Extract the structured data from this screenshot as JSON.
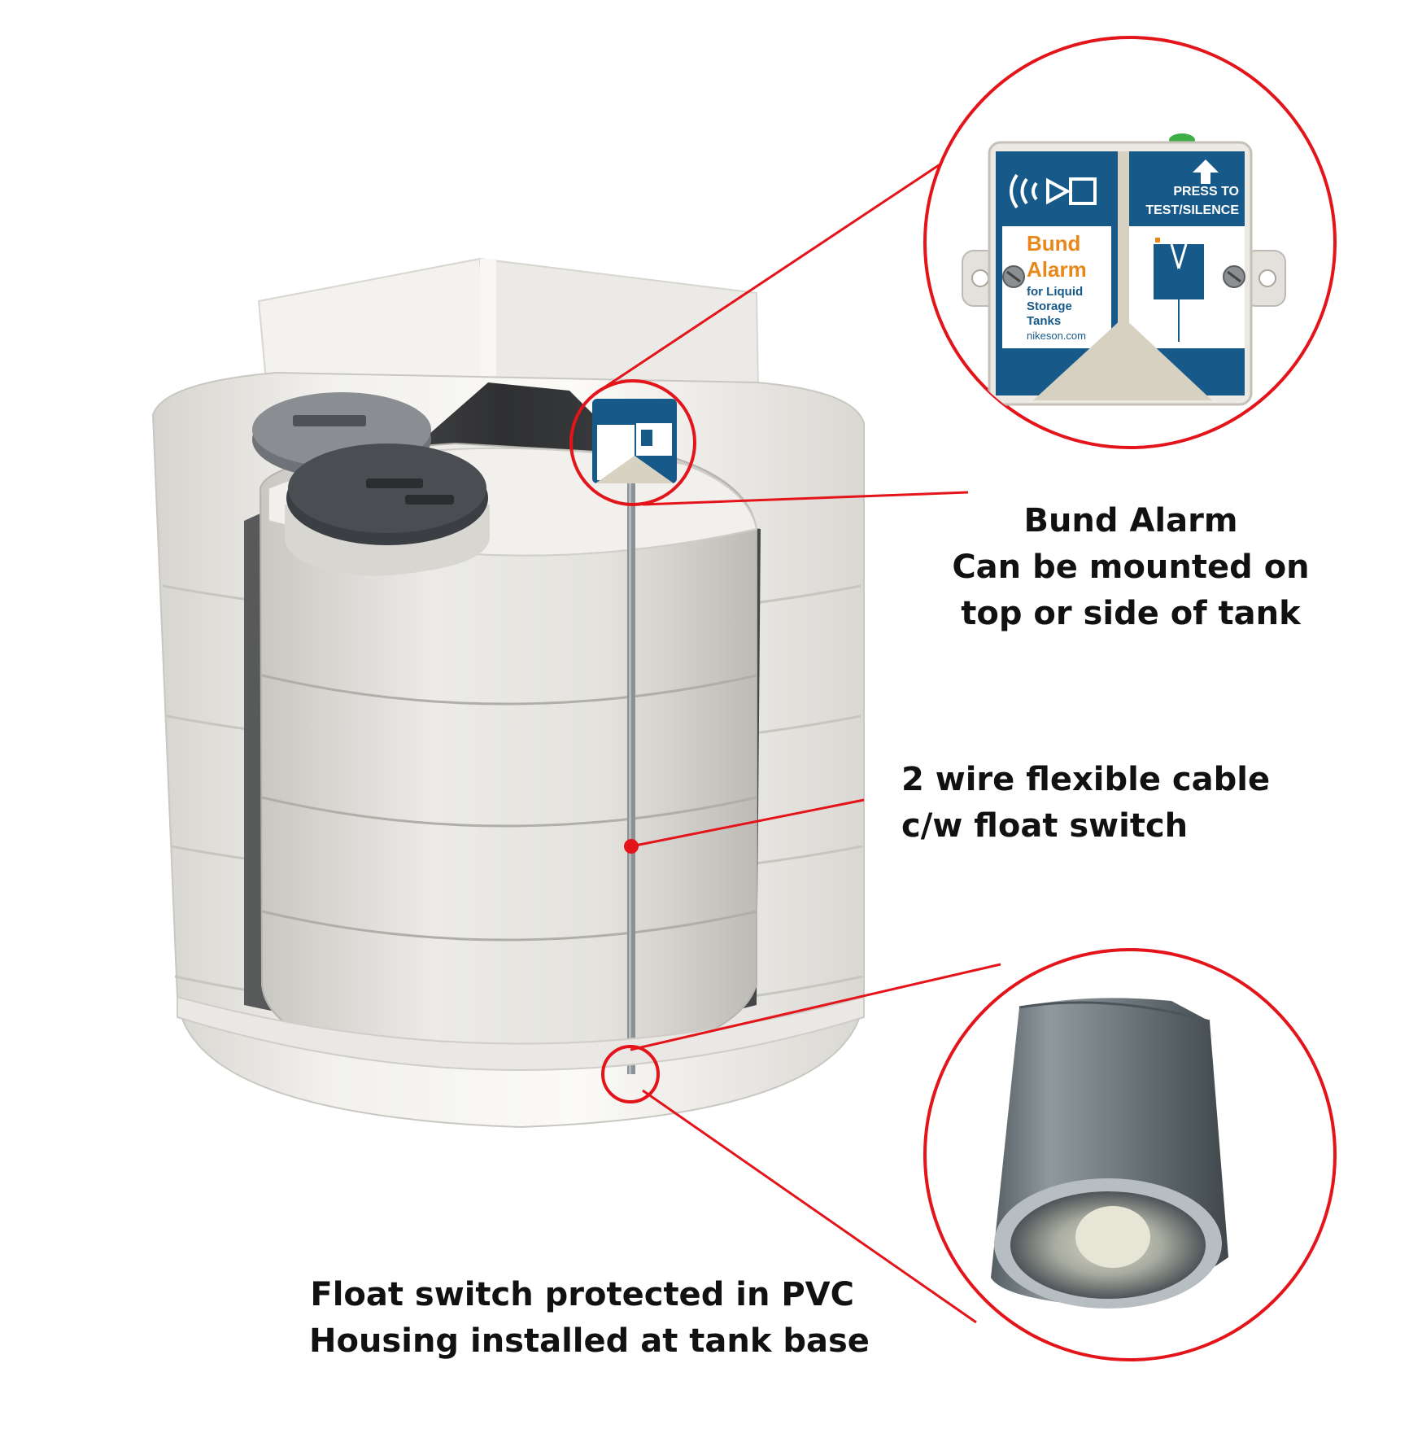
{
  "colors": {
    "callout_red": "#e4141b",
    "label_blue": "#175a8a",
    "label_orange": "#e8881a",
    "tank_white": "#eeede9",
    "lid_grey": "#4a4d52",
    "pvc_grey": "#6b7478"
  },
  "alarm_label": {
    "title_line1": "Bund",
    "title_line2": "Alarm",
    "sub_line1": "for Liquid",
    "sub_line2": "Storage",
    "sub_line3": "Tanks",
    "website": "nikeson.com",
    "press_line1": "PRESS TO",
    "press_line2": "TEST/SILENCE",
    "icons": [
      "sound-waves-icon",
      "speaker-icon",
      "up-arrow-icon",
      "float-sensor-icon"
    ]
  },
  "callouts": {
    "alarm": {
      "line1": "Bund Alarm",
      "line2": "Can be mounted on",
      "line3": "top or side of tank"
    },
    "cable": {
      "line1": "2 wire flexible cable",
      "line2": "c/w float switch"
    },
    "float": {
      "line1": "Float switch protected in PVC",
      "line2": "Housing installed at tank base"
    }
  }
}
